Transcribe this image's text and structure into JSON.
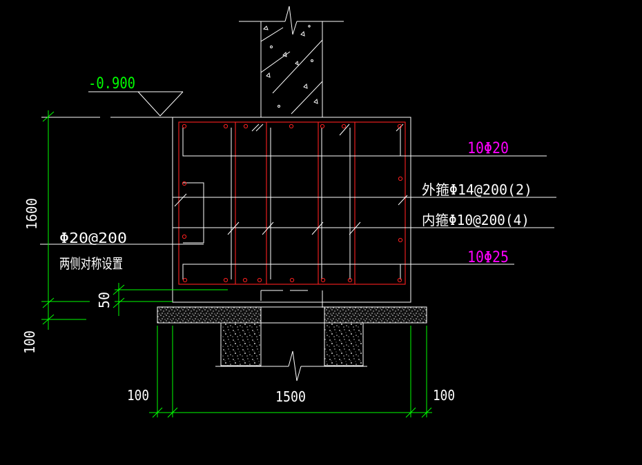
{
  "labels": {
    "elevation": "-0.900",
    "top_bars": "10Φ20",
    "outer_stirrup": "外箍Φ14@200(2)",
    "inner_stirrup": "内箍Φ10@200(4)",
    "bottom_bars": "10Φ25",
    "side_bars": "Φ20@200",
    "side_bars_note": "两侧对称设置"
  },
  "dimensions": {
    "height": "1600",
    "cover": "50",
    "cushion": "100",
    "width": "1500",
    "left_ext": "100",
    "right_ext": "100"
  },
  "colors": {
    "background": "#000000",
    "outline": "#ffffff",
    "rebar": "#ff2020",
    "dimension": "#00ff00",
    "callout": "#ff00ff",
    "concrete_fill": "#d8d8d8"
  }
}
